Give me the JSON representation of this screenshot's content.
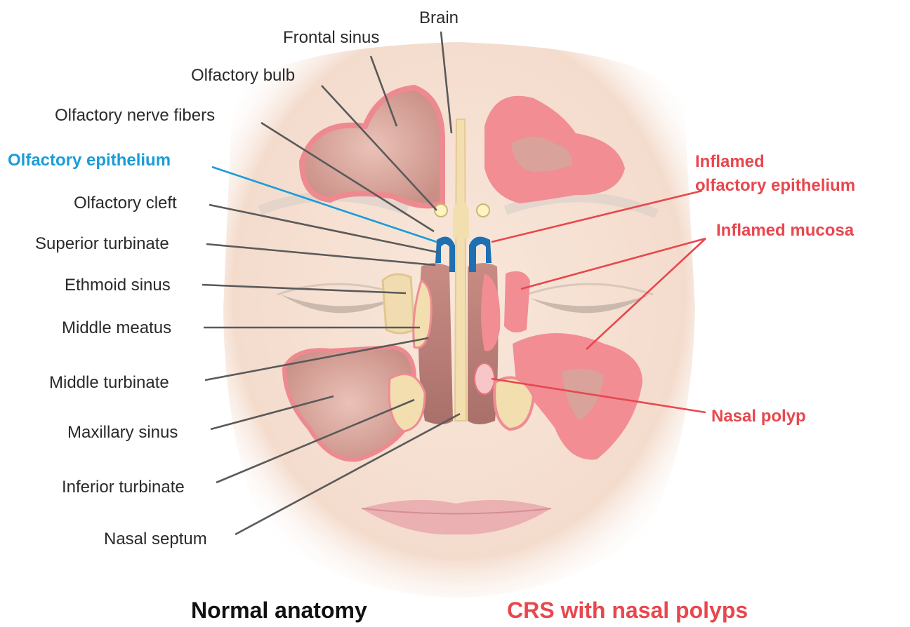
{
  "colors": {
    "normal_label": "#2a2a2a",
    "olfactory_highlight": "#1a9cd8",
    "inflamed_label": "#e8474e",
    "caption_left": "#111111",
    "caption_right": "#e8474e",
    "skin": "#f6e3d6",
    "mucosa": "#f0828a",
    "bone": "#f3deb0",
    "sinus_air": "#d9a29a"
  },
  "labels_left": {
    "brain": "Brain",
    "frontal_sinus": "Frontal sinus",
    "olfactory_bulb": "Olfactory bulb",
    "olfactory_nerve_fibers": "Olfactory nerve fibers",
    "olfactory_epithelium": "Olfactory epithelium",
    "olfactory_cleft": "Olfactory cleft",
    "superior_turbinate": "Superior turbinate",
    "ethmoid_sinus": "Ethmoid sinus",
    "middle_meatus": "Middle meatus",
    "middle_turbinate": "Middle turbinate",
    "maxillary_sinus": "Maxillary sinus",
    "inferior_turbinate": "Inferior turbinate",
    "nasal_septum": "Nasal septum"
  },
  "labels_right": {
    "inflamed_olfactory_line1": "Inflamed",
    "inflamed_olfactory_line2": "olfactory epithelium",
    "inflamed_mucosa": "Inflamed mucosa",
    "nasal_polyp": "Nasal polyp"
  },
  "captions": {
    "left": "Normal anatomy",
    "right": "CRS with nasal polyps"
  }
}
